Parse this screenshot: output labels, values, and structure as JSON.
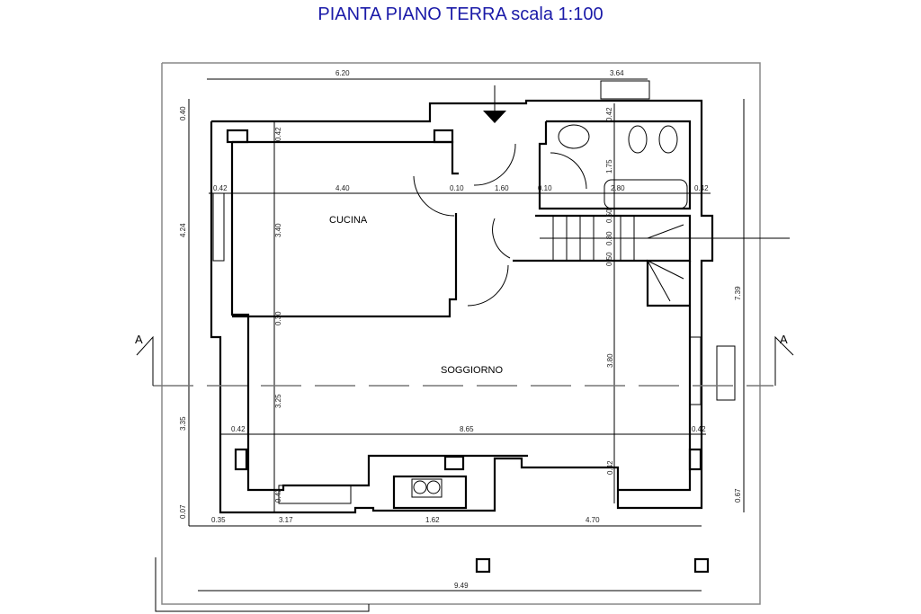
{
  "title": "PIANTA PIANO TERRA scala 1:100",
  "title_color": "#1a1aa8",
  "rooms": {
    "kitchen": "CUCINA",
    "living": "SOGGIORNO"
  },
  "section_marks": {
    "left": "A",
    "right": "A"
  },
  "dimensions": [
    "6.20",
    "3.64",
    "0.40",
    "0.42",
    "0.42",
    "4.40",
    "0.10",
    "1.60",
    "0.10",
    "0.42",
    "1.75",
    "2.80",
    "0.42",
    "4.24",
    "3.40",
    "0.50",
    "0.80",
    "0.50",
    "7.39",
    "0.30",
    "3.80",
    "3.25",
    "3.35",
    "0.42",
    "8.65",
    "0.42",
    "0.42",
    "0.42",
    "0.07",
    "0.67",
    "0.35",
    "3.17",
    "1.62",
    "4.70",
    "9.49"
  ]
}
